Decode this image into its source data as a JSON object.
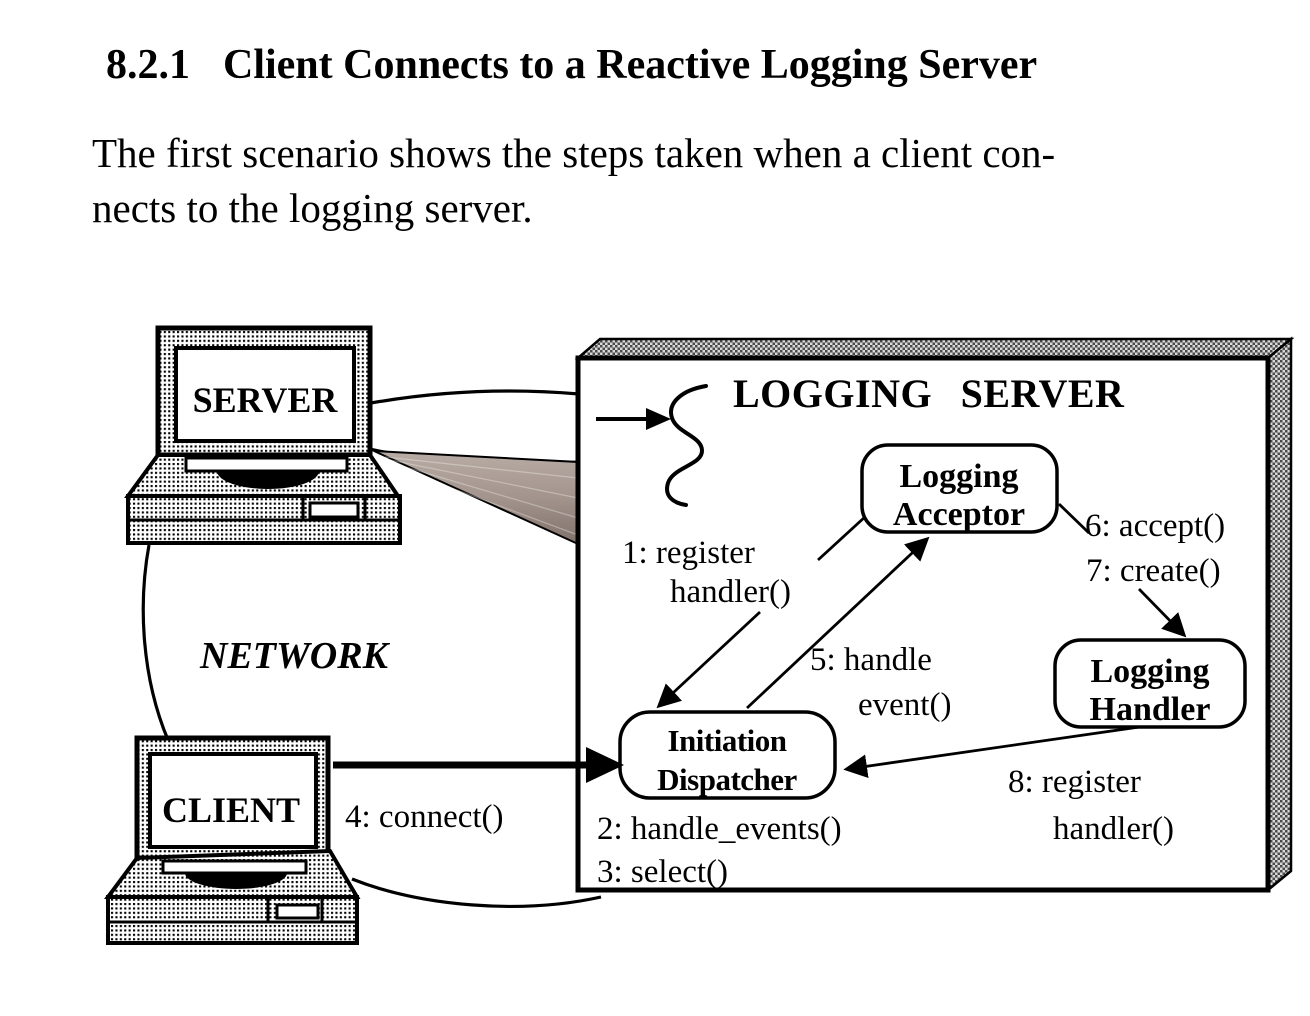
{
  "document": {
    "heading_number": "8.2.1",
    "heading_title": "Client Connects to a Reactive Logging Server",
    "paragraph_lines": [
      "The first scenario shows the steps taken when a client con-",
      "nects to the logging server."
    ]
  },
  "diagram": {
    "server_label": "SERVER",
    "client_label": "CLIENT",
    "network_label": "NETWORK",
    "box_title": "LOGGING SERVER",
    "components": {
      "logging_acceptor": {
        "line1": "Logging",
        "line2": "Acceptor"
      },
      "logging_handler": {
        "line1": "Logging",
        "line2": "Handler"
      },
      "initiation_dispatcher": {
        "line1": "Initiation",
        "line2": "Dispatcher"
      }
    },
    "messages": {
      "m1_line1": "1: register",
      "m1_line2": "handler()",
      "m2": "2: handle_events()",
      "m3": "3: select()",
      "m4": "4: connect()",
      "m5_line1": "5: handle",
      "m5_line2": "event()",
      "m6": "6: accept()",
      "m7": "7: create()",
      "m8_line1": "8: register",
      "m8_line2": "handler()"
    },
    "colors": {
      "ink": "#000000",
      "cone_fill": "#9a8c84",
      "hatch_dark": "#4a4a4a",
      "hatch_light": "#d9d9d9"
    }
  }
}
